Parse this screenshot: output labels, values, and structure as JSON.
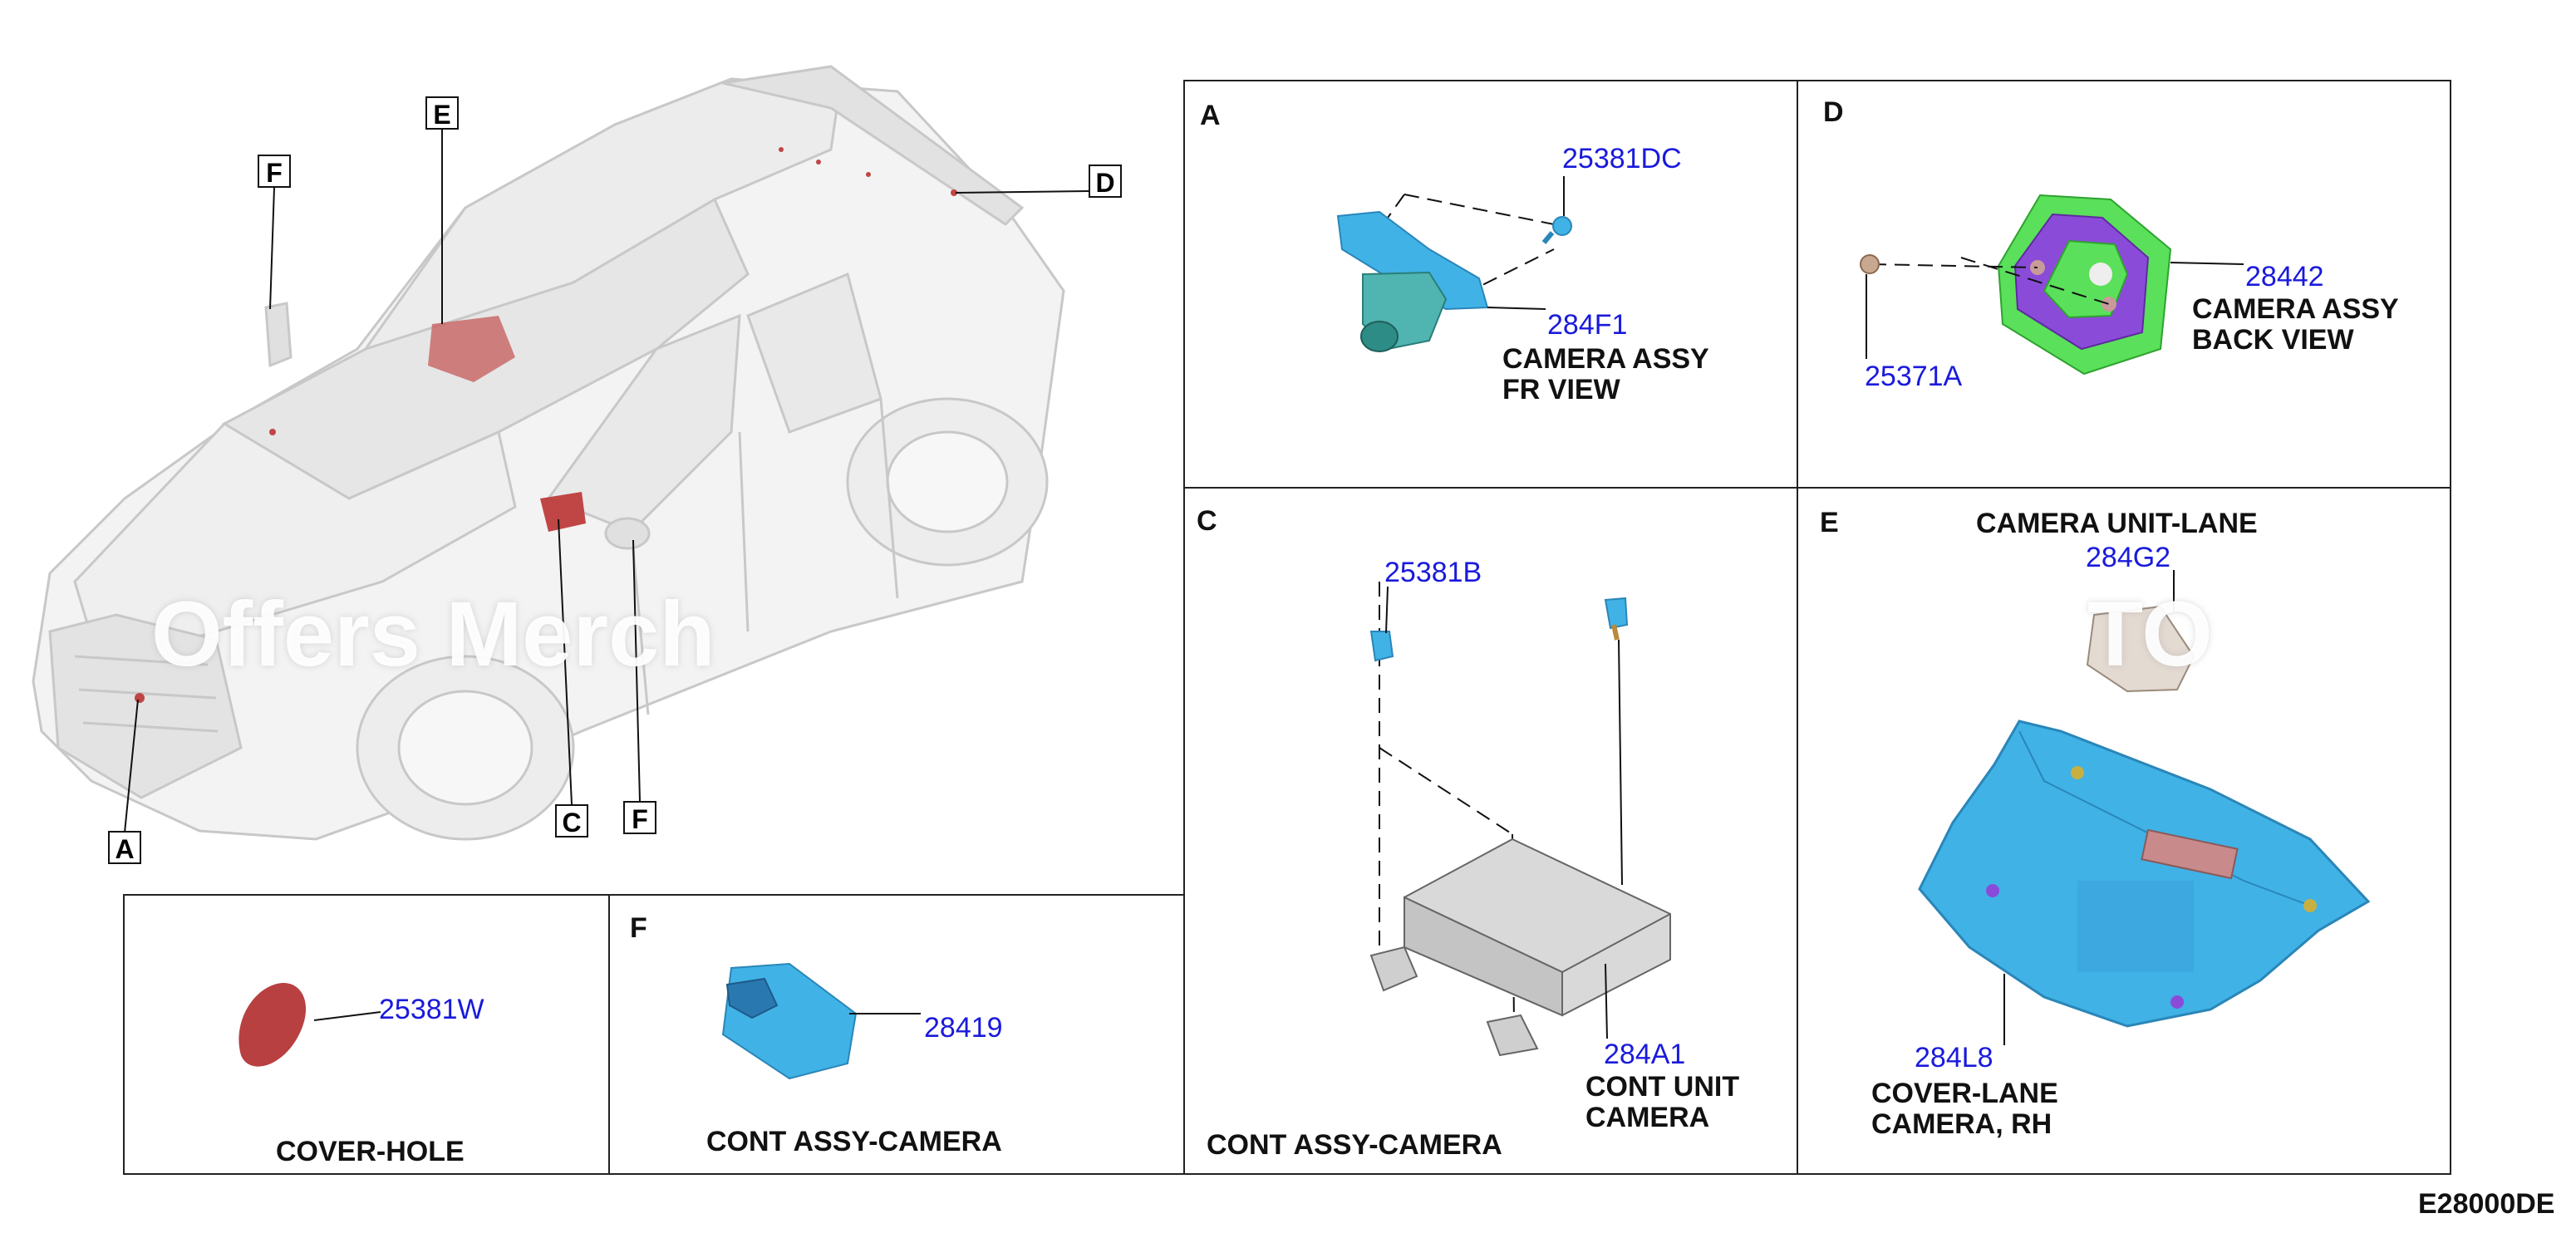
{
  "diagram_code": "E28000DE",
  "watermark": "Offers Merch",
  "watermark_right": "TO",
  "callouts": {
    "a": "A",
    "c": "C",
    "d": "D",
    "e": "E",
    "f_upper": "F",
    "f_lower": "F"
  },
  "panels": {
    "A": {
      "letter": "A",
      "parts": [
        {
          "number": "25381DC"
        },
        {
          "number": "284F1",
          "desc": [
            "CAMERA ASSY",
            "FR VIEW"
          ]
        }
      ]
    },
    "D": {
      "letter": "D",
      "parts": [
        {
          "number": "28442",
          "desc": [
            "CAMERA ASSY",
            "BACK VIEW"
          ]
        },
        {
          "number": "25371A"
        }
      ]
    },
    "C": {
      "letter": "C",
      "parts": [
        {
          "number": "25381B"
        },
        {
          "number": "284A1",
          "desc": [
            "CONT UNIT",
            "CAMERA"
          ]
        }
      ],
      "footer": "CONT ASSY-CAMERA"
    },
    "E": {
      "letter": "E",
      "heading": "CAMERA UNIT-LANE",
      "parts": [
        {
          "number": "284G2"
        },
        {
          "number": "284L8",
          "desc": [
            "COVER-LANE",
            "CAMERA, RH"
          ]
        }
      ]
    },
    "bottom_left": {
      "parts": [
        {
          "number": "25381W"
        }
      ],
      "footer": "COVER-HOLE"
    },
    "F": {
      "letter": "F",
      "parts": [
        {
          "number": "28419"
        }
      ],
      "footer": "CONT ASSY-CAMERA"
    }
  },
  "colors": {
    "part_number": "#1a1adc",
    "highlight_red": "#b94a4a",
    "part_blue": "#38a8e8",
    "part_green": "#58e058",
    "part_purple": "#8c4cd8"
  }
}
